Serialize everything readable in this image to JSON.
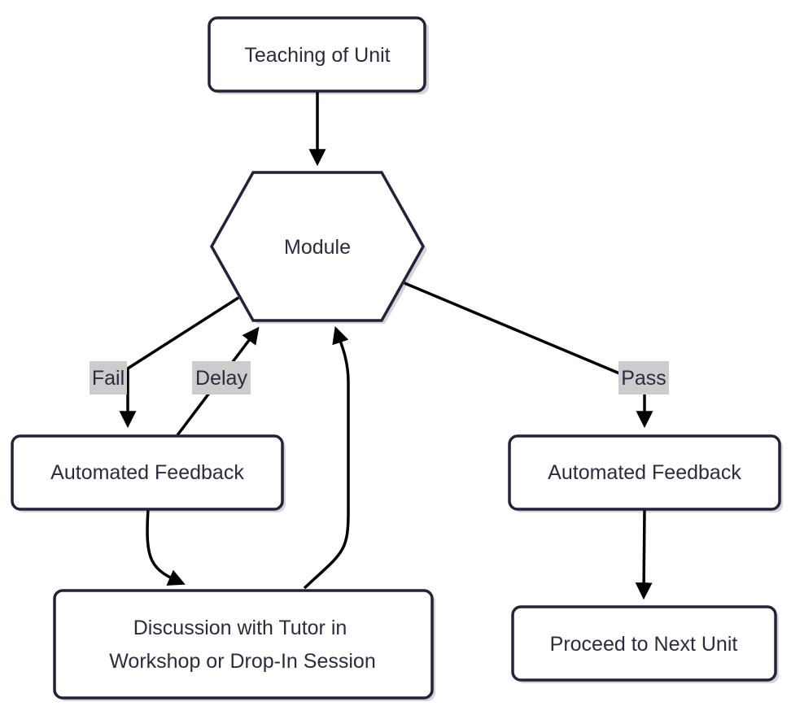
{
  "nodes": {
    "teaching": "Teaching of Unit",
    "module": "Module",
    "feedback_fail": "Automated Feedback",
    "discussion_line1": "Discussion with Tutor in",
    "discussion_line2": "Workshop or Drop-In Session",
    "feedback_pass": "Automated Feedback",
    "proceed": "Proceed to Next Unit"
  },
  "edges": {
    "fail": "Fail",
    "delay": "Delay",
    "pass": "Pass"
  }
}
